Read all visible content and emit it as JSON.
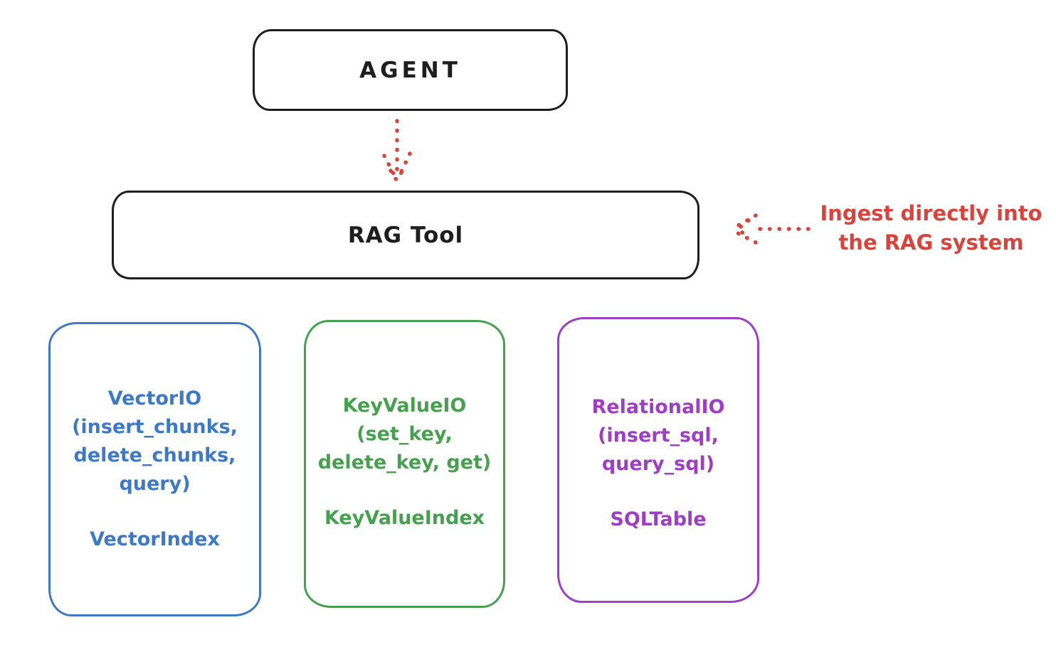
{
  "colors": {
    "ink": "#1e1e1e",
    "red": "#d6453d",
    "blue": "#3d79c4",
    "green": "#47a04f",
    "purple": "#9d3ec3",
    "background": "#ffffff"
  },
  "nodes": {
    "agent": {
      "label": "AGENT"
    },
    "rag_tool": {
      "label": "RAG Tool"
    }
  },
  "annotation": {
    "label": "Ingest directly into\nthe RAG system"
  },
  "backends": [
    {
      "name": "VectorIO",
      "body": "VectorIO\n(insert_chunks,\ndelete_chunks,\nquery)",
      "footer": "VectorIndex",
      "color": "#3d79c4"
    },
    {
      "name": "KeyValueIO",
      "body": "KeyValueIO\n(set_key,\ndelete_key, get)",
      "footer": "KeyValueIndex",
      "color": "#47a04f"
    },
    {
      "name": "RelationalIO",
      "body": "RelationalIO\n(insert_sql,\nquery_sql)",
      "footer": "SQLTable",
      "color": "#9d3ec3"
    }
  ]
}
